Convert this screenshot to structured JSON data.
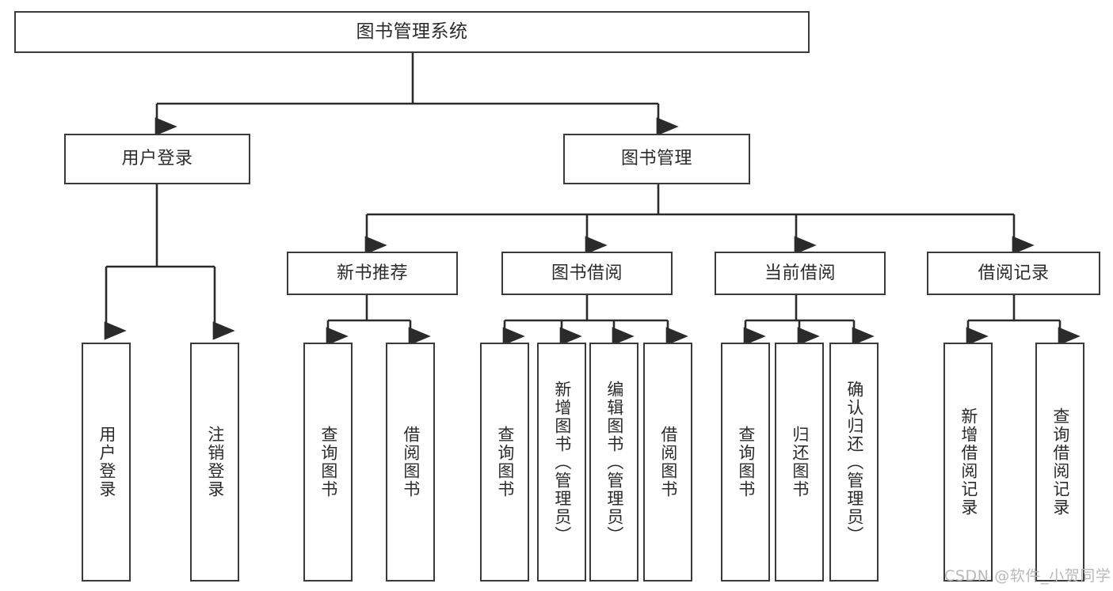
{
  "diagram": {
    "title": "图书管理系统",
    "type": "tree-hierarchy",
    "stroke_color": "#3a3a3a",
    "text_color": "#2b2b2b",
    "background": "#ffffff",
    "nodes": {
      "root": {
        "label": "图书管理系统"
      },
      "level2": [
        {
          "id": "user-login",
          "label": "用户登录"
        },
        {
          "id": "book-manage",
          "label": "图书管理"
        }
      ],
      "level3": [
        {
          "id": "new-book-recommend",
          "label": "新书推荐"
        },
        {
          "id": "book-borrow",
          "label": "图书借阅"
        },
        {
          "id": "current-borrow",
          "label": "当前借阅"
        },
        {
          "id": "borrow-record",
          "label": "借阅记录"
        }
      ],
      "leaves": {
        "user_login": [
          {
            "id": "leaf-user-login",
            "label": "用户登录"
          },
          {
            "id": "leaf-logout-login",
            "label": "注销登录"
          }
        ],
        "new_book_recommend": [
          {
            "id": "leaf-query-book-1",
            "label": "查询图书"
          },
          {
            "id": "leaf-borrow-book-1",
            "label": "借阅图书"
          }
        ],
        "book_borrow": [
          {
            "id": "leaf-query-book-2",
            "label": "查询图书"
          },
          {
            "id": "leaf-add-book",
            "label": "新增图书（管理员）"
          },
          {
            "id": "leaf-edit-book",
            "label": "编辑图书（管理员）"
          },
          {
            "id": "leaf-borrow-book-2",
            "label": "借阅图书"
          }
        ],
        "current_borrow": [
          {
            "id": "leaf-query-book-3",
            "label": "查询图书"
          },
          {
            "id": "leaf-return-book",
            "label": "归还图书"
          },
          {
            "id": "leaf-confirm-return",
            "label": "确认归还（管理员）"
          }
        ],
        "borrow_record": [
          {
            "id": "leaf-add-record",
            "label": "新增借阅记录"
          },
          {
            "id": "leaf-query-record",
            "label": "查询借阅记录"
          }
        ]
      }
    }
  },
  "watermark": {
    "text": "CSDN @软件_小贺同学"
  }
}
